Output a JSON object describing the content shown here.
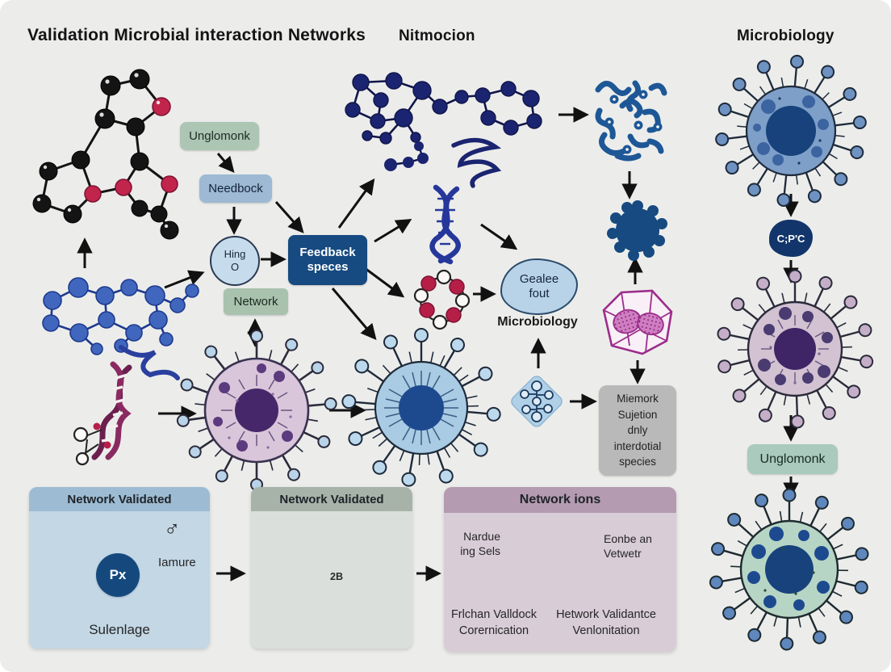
{
  "titles": {
    "left": "Validation Microbial interaction Networks",
    "middle": "Nitmocion",
    "right": "Microbiology"
  },
  "flow": {
    "unglomonk": "Unglomonk",
    "needbock": "Needbock",
    "hing1": "Hing",
    "hing2": "O",
    "feedback1": "Feedback",
    "feedback2": "speces",
    "network": "Network",
    "gealee1": "Gealee",
    "gealee2": "fout",
    "micro_label": "Microbiology"
  },
  "miemork": {
    "lines": [
      "Miemork",
      "Sujetion",
      "dnly",
      "interdotial",
      "species"
    ]
  },
  "right_col": {
    "cpc": "C;P'C",
    "unglomonk": "Unglomonk"
  },
  "p1": {
    "header": "Network Validated",
    "px": "Px",
    "iamure": "Iamure",
    "sulenlage": "Sulenlage",
    "male": "♂"
  },
  "p2": {
    "header": "Network Validated",
    "node": "2B"
  },
  "p3": {
    "header": "Network ions",
    "left1": "Nardue",
    "left2": "ing Sels",
    "right1": "Eonbe an",
    "right2": "Vetwetr",
    "ax_l1": "Frlchan Valldock",
    "ax_l2": "Corernication",
    "ax_r1": "Hetwork Validantce",
    "ax_r2": "Venlonitation"
  },
  "colors": {
    "background": "#ecedeb",
    "navy_box": "#164a80",
    "sage_box": "#adc5b3",
    "bluegray_box": "#9db9d3",
    "light_blue": "#c6dcec",
    "gray_box": "#b9b9ba",
    "mauve_header": "#b49bb1",
    "crimson": "#c2254c",
    "magenta": "#9c2d8a",
    "squiggle_blue": "#1e5796"
  }
}
